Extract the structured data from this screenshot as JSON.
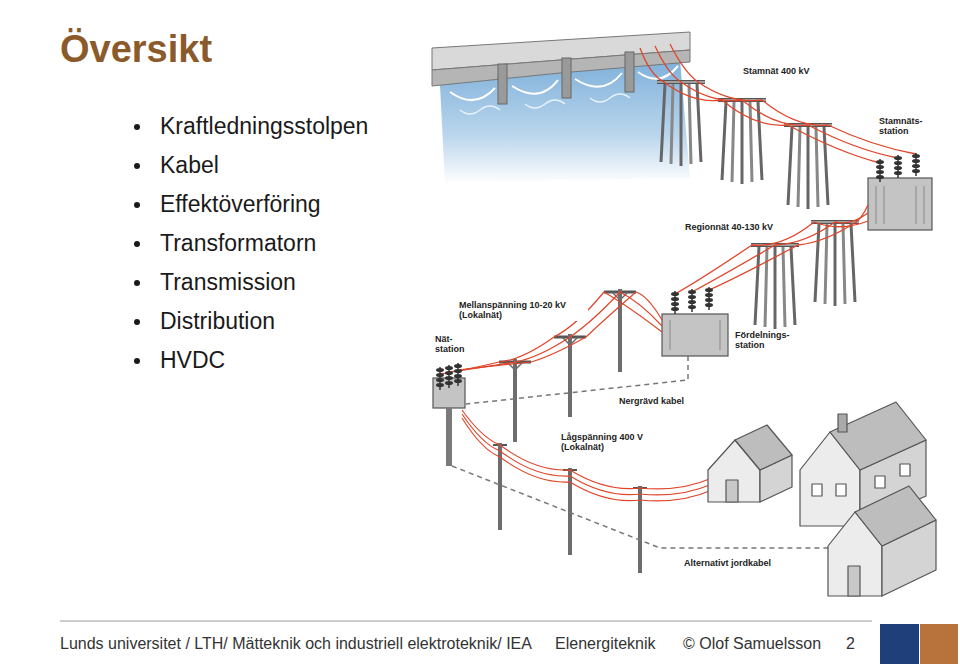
{
  "diagram": {
    "title": "Översikt",
    "labels": [
      "Kraftledningsstolpen",
      "Kabel",
      "Effektöverföring",
      "Transformatorn",
      "Transmission",
      "Distribution",
      "HVDC",
      "Stamnät 400 kV",
      "Stamnäts- station",
      "Regionnät 40-130 kV",
      "Mellanspänning 10-20 kV (Lokalnät)",
      "Nät- station",
      "Fördelnings- station",
      "Nergrävd kabel",
      "Lågspänning 400 V (Lokalnät)",
      "Alternativt jordkabel",
      "Lunds universitet / LTH/ Mätteknik och industriell elektroteknik/ IEA",
      "Elenergiteknik",
      "© Olof Samuelsson",
      "2"
    ]
  }
}
